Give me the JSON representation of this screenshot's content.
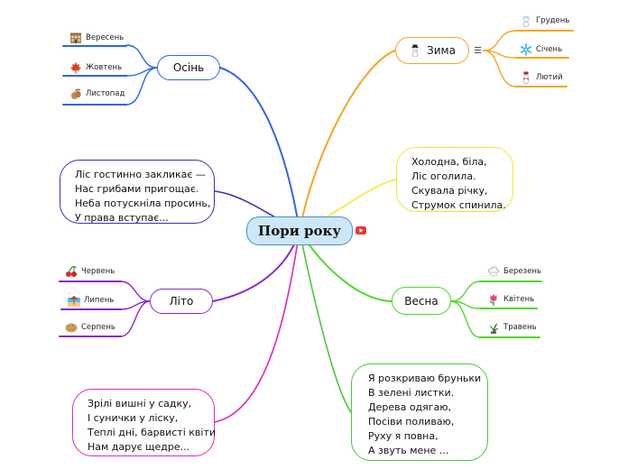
{
  "central": {
    "title": "Пори року"
  },
  "branches": {
    "autumn": {
      "label": "Осінь",
      "color": "#2f66e3",
      "months": [
        {
          "label": "Вересень",
          "icon": "building-icon"
        },
        {
          "label": "Жовтень",
          "icon": "maple-leaf-icon"
        },
        {
          "label": "Листопад",
          "icon": "acorn-icon"
        }
      ]
    },
    "winter": {
      "label": "Зима",
      "color": "#f5a623",
      "months": [
        {
          "label": "Грудень",
          "icon": "snowman-outline-icon"
        },
        {
          "label": "Січень",
          "icon": "snowflake-icon"
        },
        {
          "label": "Лютий",
          "icon": "snowman-icon"
        }
      ]
    },
    "summer": {
      "label": "Літо",
      "color": "#8a28c9",
      "months": [
        {
          "label": "Червень",
          "icon": "cherries-icon"
        },
        {
          "label": "Липень",
          "icon": "beach-icon"
        },
        {
          "label": "Серпень",
          "icon": "potato-icon"
        }
      ]
    },
    "spring": {
      "label": "Весна",
      "color": "#4fd82a",
      "months": [
        {
          "label": "Березень",
          "icon": "cloud-snow-icon"
        },
        {
          "label": "Квітень",
          "icon": "tulip-icon"
        },
        {
          "label": "Травень",
          "icon": "herb-icon"
        }
      ]
    }
  },
  "poems": {
    "autumn": {
      "color": "#3d2fb0",
      "lines": [
        "Ліс гостинно закликає —",
        "Нас грибами пригощає.",
        "Неба потускніла просинь,",
        "У права вступає..."
      ]
    },
    "winter": {
      "color": "#f2ea2b",
      "lines": [
        "Холодна, біла,",
        "Ліс оголила.",
        "Скувала річку,",
        "Струмок спинила."
      ]
    },
    "summer": {
      "color": "#e02ab5",
      "lines": [
        "Зрілі вишні у садку,",
        "І сунички у ліску,",
        "Теплі дні, барвисті квіти",
        "Нам дарує щедре..."
      ]
    },
    "spring": {
      "color": "#49c93a",
      "lines": [
        "Я розкриваю бруньки",
        "В зелені листки.",
        "Дерева одягаю,",
        "Посіви поливаю,",
        "Руху я повна,",
        "А звуть мене ..."
      ]
    }
  },
  "colors": {
    "central_fill": "#cde7f6",
    "central_border": "#4a91c9",
    "video_badge": "#e53935"
  },
  "icons": {
    "video": "video-play-icon",
    "notes": "menu-lines-icon"
  }
}
